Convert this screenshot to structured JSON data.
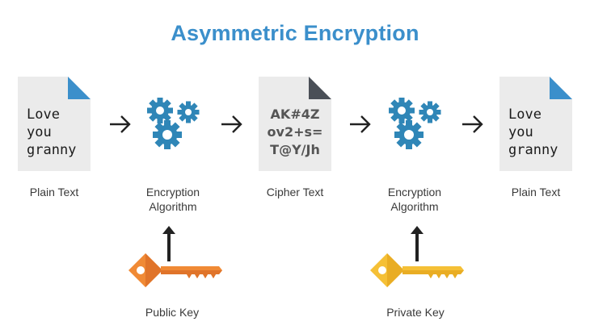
{
  "title": "Asymmetric Encryption",
  "plain_text_content": "Love\nyou\ngranny",
  "cipher_text_content": "AK#4Z\nov2+s=\nT@Y/Jh",
  "labels": {
    "plain_text_left": "Plain Text",
    "encryption_algorithm_1": "Encryption\nAlgorithm",
    "cipher_text": "Cipher Text",
    "encryption_algorithm_2": "Encryption\nAlgorithm",
    "plain_text_right": "Plain Text",
    "public_key": "Public Key",
    "private_key": "Private Key"
  },
  "colors": {
    "title": "#3b8fcb",
    "doc_body": "#ebebeb",
    "doc_fold_plain": "#3b8fcb",
    "doc_fold_cipher": "#4a4f57",
    "gear": "#2f86b7",
    "public_key": "#f08a35",
    "private_key": "#f5c036",
    "arrow": "#222222"
  },
  "icons": {
    "document": "document-icon",
    "gears": "gears-icon",
    "key": "key-icon",
    "arrow": "arrow-right-icon"
  }
}
